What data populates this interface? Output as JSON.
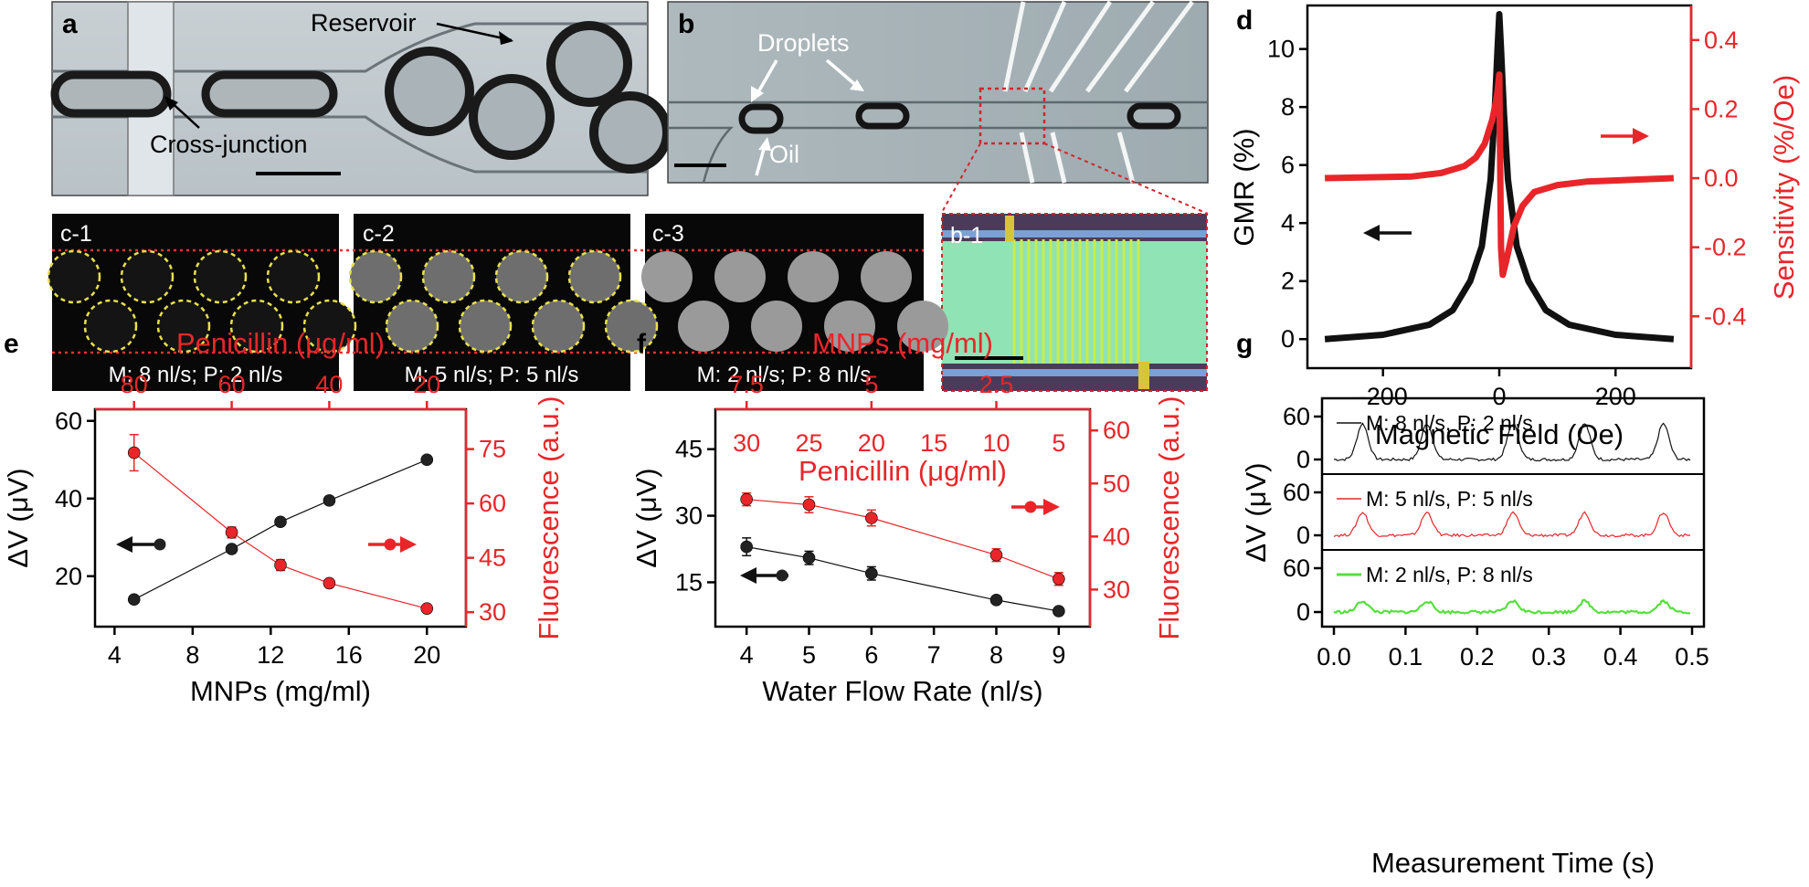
{
  "panels": {
    "a": {
      "label": "a",
      "reservoir": "Reservoir",
      "junction": "Cross-junction"
    },
    "b": {
      "label": "b",
      "droplets": "Droplets",
      "oil": "Oil"
    },
    "b1": {
      "label": "b-1"
    },
    "c": [
      {
        "label": "c-1",
        "caption": "M: 8 nl/s; P: 2 nl/s"
      },
      {
        "label": "c-2",
        "caption": "M: 5 nl/s; P: 5 nl/s"
      },
      {
        "label": "c-3",
        "caption": "M: 2 nl/s; P: 8 nl/s"
      }
    ],
    "d": {
      "label": "d"
    },
    "e": {
      "label": "e"
    },
    "f": {
      "label": "f"
    },
    "g": {
      "label": "g"
    }
  },
  "colors": {
    "black": "#111111",
    "red": "#e8262a",
    "green": "#55e03c",
    "yellow": "#f2e64b"
  },
  "chart_data": [
    {
      "id": "d",
      "type": "line",
      "xlabel": "Magnetic Field (Oe)",
      "ylabel": "GMR (%)",
      "ylabel_right": "Sensitivity (%/Oe)",
      "xlim": [
        -330,
        330
      ],
      "ylim": [
        -1,
        11.5
      ],
      "ylim_right": [
        -0.55,
        0.5
      ],
      "xticks": [
        "-200",
        "0",
        "200"
      ],
      "yticks": [
        "0",
        "2",
        "4",
        "6",
        "8",
        "10"
      ],
      "yticks_right": [
        "-0.4",
        "-0.2",
        "0.0",
        "0.2",
        "0.4"
      ],
      "series": [
        {
          "axis": "left",
          "color": "#111111",
          "x": [
            -300,
            -200,
            -120,
            -80,
            -50,
            -30,
            -15,
            -8,
            -3,
            0,
            3,
            8,
            15,
            30,
            50,
            80,
            120,
            200,
            300
          ],
          "y": [
            0,
            0.15,
            0.5,
            1.0,
            2.0,
            3.2,
            5.5,
            7.8,
            10.0,
            11.2,
            10.0,
            7.8,
            5.5,
            3.2,
            2.0,
            1.0,
            0.5,
            0.15,
            0
          ]
        },
        {
          "axis": "right",
          "color": "#e8262a",
          "x": [
            -300,
            -150,
            -100,
            -60,
            -40,
            -25,
            -12,
            -6,
            -3,
            0,
            3,
            6,
            12,
            25,
            40,
            60,
            100,
            150,
            300
          ],
          "y": [
            0.0,
            0.005,
            0.015,
            0.035,
            0.06,
            0.1,
            0.17,
            0.22,
            0.25,
            0.3,
            -0.2,
            -0.28,
            -0.24,
            -0.14,
            -0.08,
            -0.04,
            -0.02,
            -0.01,
            0.0
          ]
        }
      ]
    },
    {
      "id": "e",
      "type": "scatter",
      "xlabel": "MNPs (mg/ml)",
      "xlabel_top": "Penicillin (μg/ml)",
      "ylabel": "ΔV (μV)",
      "ylabel_right": "Fluorescence (a.u.)",
      "xlim": [
        3,
        22
      ],
      "ylim": [
        7,
        63
      ],
      "ylim_right": [
        26,
        86
      ],
      "xticks": [
        "4",
        "8",
        "12",
        "16",
        "20"
      ],
      "xticks_top": [
        "80",
        "60",
        "40",
        "20"
      ],
      "yticks": [
        "20",
        "40",
        "60"
      ],
      "yticks_right": [
        "30",
        "45",
        "60",
        "75"
      ],
      "series": [
        {
          "axis": "left",
          "color": "#111111",
          "x": [
            5,
            10,
            12.5,
            15,
            20
          ],
          "y": [
            14,
            27,
            34,
            39.5,
            50
          ],
          "err": [
            0,
            0,
            0,
            1,
            0
          ]
        },
        {
          "axis": "right",
          "color": "#e8262a",
          "x": [
            5,
            10,
            12.5,
            15,
            20
          ],
          "y": [
            74,
            52,
            43,
            38,
            31
          ],
          "err": [
            5,
            1.5,
            1.5,
            1,
            0.8
          ]
        }
      ]
    },
    {
      "id": "f",
      "type": "scatter",
      "xlabel": "Water Flow Rate (nl/s)",
      "xlabel_top": "MNPs (mg/ml)",
      "xlabel_top2": "Penicillin (μg/ml)",
      "ylabel": "ΔV (μV)",
      "ylabel_right": "Fluorescence (a.u.)",
      "xlim": [
        3.5,
        9.5
      ],
      "ylim": [
        5,
        54
      ],
      "ylim_right": [
        23,
        64
      ],
      "xticks": [
        "4",
        "5",
        "6",
        "7",
        "8",
        "9"
      ],
      "xticks_top": [
        "7.5",
        "5",
        "2.5"
      ],
      "xticks_top2": [
        "30",
        "25",
        "20",
        "15",
        "10",
        "5"
      ],
      "yticks": [
        "15",
        "30",
        "45"
      ],
      "yticks_right": [
        "30",
        "40",
        "50",
        "60"
      ],
      "series": [
        {
          "axis": "left",
          "color": "#111111",
          "x": [
            4,
            5,
            6,
            8,
            9
          ],
          "y": [
            23,
            20.5,
            17,
            11,
            8.5
          ],
          "err": [
            2,
            1.5,
            1.5,
            0.8,
            0.5
          ]
        },
        {
          "axis": "right",
          "color": "#e8262a",
          "x": [
            4,
            5,
            6,
            8,
            9
          ],
          "y": [
            47,
            46,
            43.5,
            36.5,
            32
          ],
          "err": [
            1.2,
            1.5,
            1.5,
            1.2,
            1.2
          ]
        }
      ]
    },
    {
      "id": "g",
      "type": "line",
      "xlabel": "Measurement Time (s)",
      "ylabel": "ΔV (μV)",
      "xlim": [
        0,
        0.5
      ],
      "xticks": [
        "0.0",
        "0.1",
        "0.2",
        "0.3",
        "0.4",
        "0.5"
      ],
      "yticks": [
        "0",
        "60"
      ],
      "series": [
        {
          "name": "M: 8 nl/s, P: 2 nl/s",
          "color": "#111111",
          "peaks": [
            0.04,
            0.13,
            0.25,
            0.35,
            0.46
          ],
          "amp": 50
        },
        {
          "name": "M: 5 nl/s, P: 5 nl/s",
          "color": "#e8262a",
          "peaks": [
            0.04,
            0.13,
            0.25,
            0.35,
            0.46
          ],
          "amp": 32
        },
        {
          "name": "M: 2 nl/s, P: 8 nl/s",
          "color": "#55e03c",
          "peaks": [
            0.04,
            0.13,
            0.25,
            0.35,
            0.46
          ],
          "amp": 15
        }
      ]
    }
  ]
}
